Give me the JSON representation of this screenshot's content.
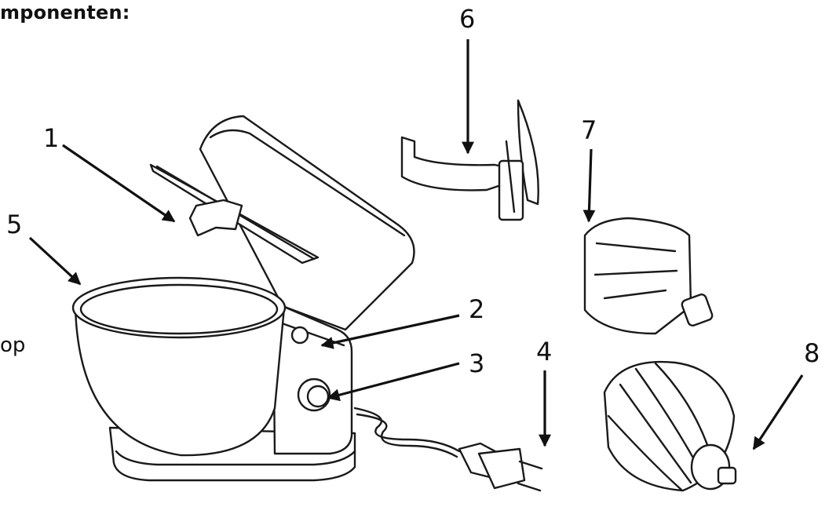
{
  "heading": "mponenten:",
  "side_text": "op",
  "callouts": [
    "1",
    "2",
    "3",
    "4",
    "5",
    "6",
    "7",
    "8"
  ]
}
